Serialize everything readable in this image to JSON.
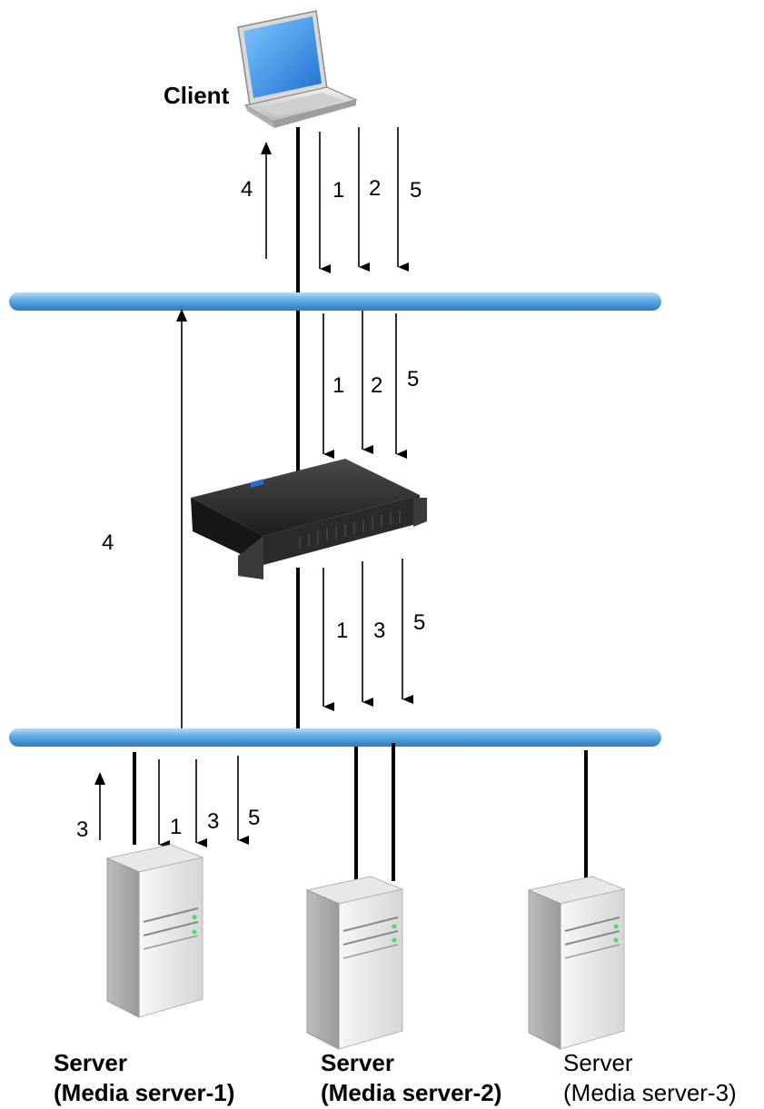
{
  "client": {
    "label": "Client"
  },
  "servers": [
    {
      "line1": "Server",
      "line2": "(Media server-1)"
    },
    {
      "line1": "Server",
      "line2": "(Media server-2)"
    },
    {
      "line1": "Server",
      "line2": "(Media server-3)"
    }
  ],
  "steps": {
    "client_up": "4",
    "client_down": [
      "1",
      "2",
      "5"
    ],
    "appliance_in": [
      "1",
      "2",
      "5"
    ],
    "appliance_out": [
      "1",
      "3",
      "5"
    ],
    "direct_return": "4",
    "server1_up": "3",
    "server1_down": [
      "1",
      "3",
      "5"
    ]
  },
  "colors": {
    "network_bus": "#5aa9e6",
    "line": "#000000"
  }
}
